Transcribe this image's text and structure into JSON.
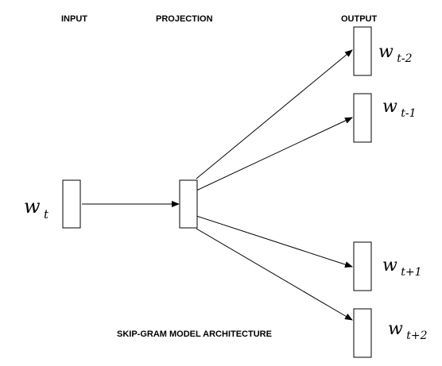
{
  "labels": {
    "input": "INPUT",
    "projection": "PROJECTION",
    "output": "OUTPUT",
    "caption": "SKIP-GRAM MODEL ARCHITECTURE"
  },
  "input_word": {
    "base": "w",
    "sub": "t"
  },
  "output_words": [
    {
      "base": "w",
      "sub": "t-2"
    },
    {
      "base": "w",
      "sub": "t-1"
    },
    {
      "base": "w",
      "sub": "t+1"
    },
    {
      "base": "w",
      "sub": "t+2"
    }
  ],
  "colors": {
    "stroke": "#000000",
    "background": "#ffffff"
  }
}
